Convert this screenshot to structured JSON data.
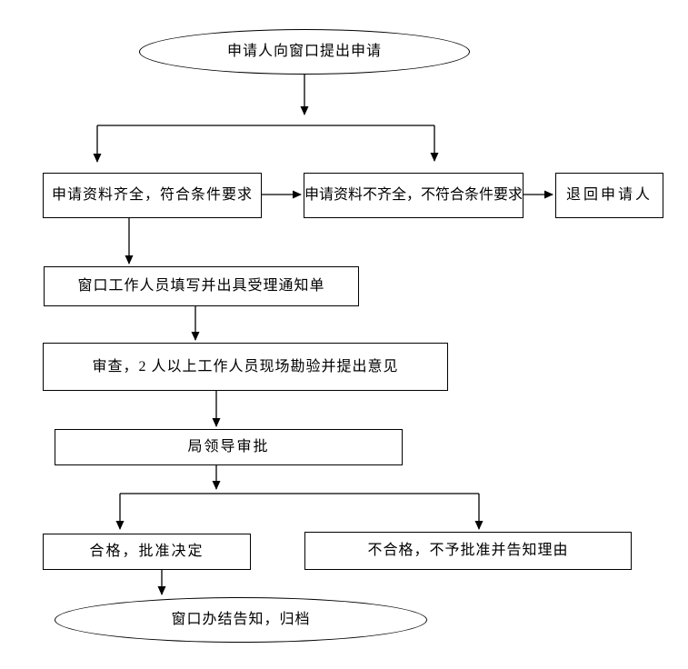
{
  "diagram": {
    "type": "flowchart",
    "background_color": "#ffffff",
    "line_color": "#000000",
    "box_border_color": "#000000",
    "nodes": {
      "start": {
        "shape": "ellipse",
        "label": "申请人向窗口提出申请"
      },
      "complete": {
        "shape": "rect",
        "label": "申请资料齐全，符合条件要求"
      },
      "incomplete": {
        "shape": "rect",
        "label": "申请资料不齐全，不符合条件要求"
      },
      "return_applicant": {
        "shape": "rect",
        "label": "退回申请人"
      },
      "notice": {
        "shape": "rect",
        "label": "窗口工作人员填写并出具受理通知单"
      },
      "review": {
        "shape": "rect",
        "label": "审查，2 人以上工作人员现场勘验并提出意见"
      },
      "approval": {
        "shape": "rect",
        "label": "局领导审批"
      },
      "qualified": {
        "shape": "rect",
        "label": "合格，批准决定"
      },
      "unqualified": {
        "shape": "rect",
        "label": "不合格，不予批准并告知理由"
      },
      "end": {
        "shape": "ellipse",
        "label": "窗口办结告知，归档"
      }
    },
    "edges": [
      "start -> split1",
      "split1 -> complete",
      "split1 -> incomplete",
      "complete -> incomplete",
      "incomplete -> return_applicant",
      "complete -> notice",
      "notice -> review",
      "review -> approval",
      "approval -> split2",
      "split2 -> qualified",
      "split2 -> unqualified",
      "qualified -> end"
    ]
  }
}
